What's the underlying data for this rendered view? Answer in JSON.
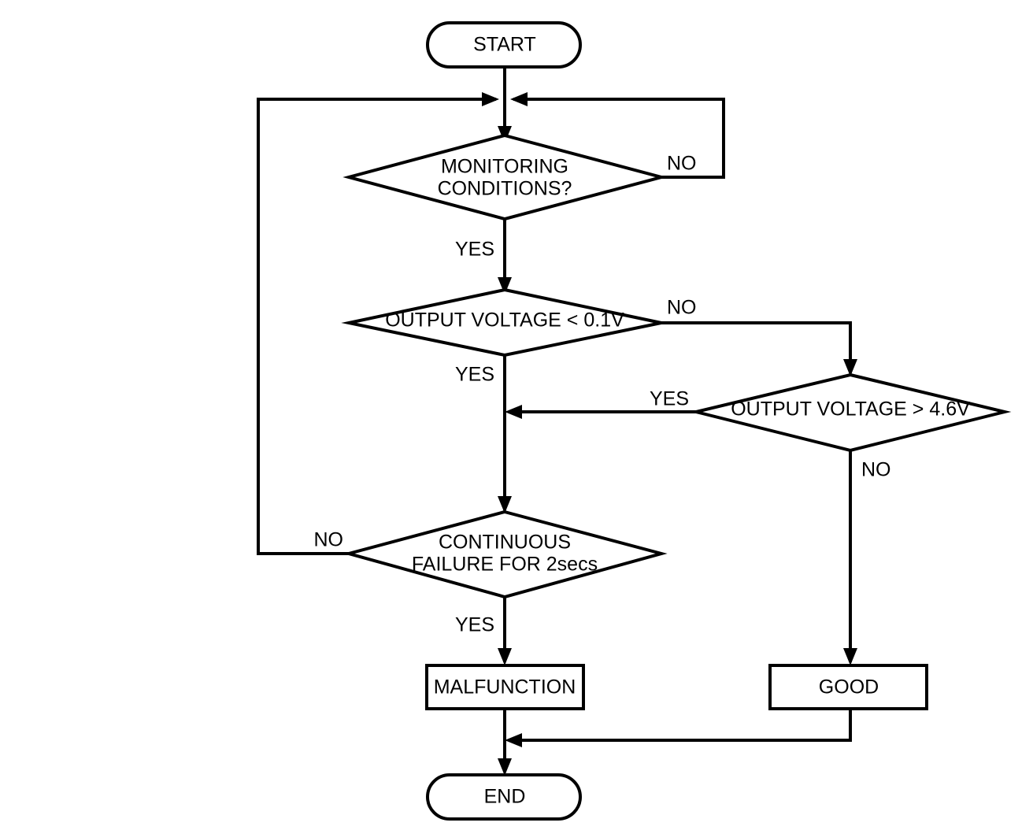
{
  "diagram": {
    "type": "flowchart",
    "title": "Output voltage monitoring diagnostic flowchart",
    "colors": {
      "stroke": "#000000",
      "fill": "#ffffff",
      "text": "#000000"
    },
    "nodes": {
      "start": {
        "label": "START",
        "shape": "terminator"
      },
      "monitoring": {
        "label_line1": "MONITORING",
        "label_line2": "CONDITIONS?",
        "shape": "decision"
      },
      "low_voltage": {
        "label": "OUTPUT VOLTAGE < 0.1V",
        "shape": "decision"
      },
      "high_voltage": {
        "label": "OUTPUT VOLTAGE > 4.6V",
        "shape": "decision"
      },
      "continuous_failure": {
        "label_line1": "CONTINUOUS",
        "label_line2": "FAILURE FOR 2secs",
        "shape": "decision"
      },
      "malfunction": {
        "label": "MALFUNCTION",
        "shape": "process"
      },
      "good": {
        "label": "GOOD",
        "shape": "process"
      },
      "end": {
        "label": "END",
        "shape": "terminator"
      }
    },
    "edge_labels": {
      "monitoring_no": "NO",
      "monitoring_yes": "YES",
      "low_voltage_no": "NO",
      "low_voltage_yes": "YES",
      "high_voltage_yes": "YES",
      "high_voltage_no": "NO",
      "failure_no": "NO",
      "failure_yes": "YES"
    },
    "edges": [
      {
        "from": "start",
        "to": "monitoring",
        "label": ""
      },
      {
        "from": "monitoring",
        "to": "monitoring",
        "label": "NO",
        "route": "right-up-loop"
      },
      {
        "from": "monitoring",
        "to": "low_voltage",
        "label": "YES"
      },
      {
        "from": "low_voltage",
        "to": "high_voltage",
        "label": "NO",
        "route": "right-down"
      },
      {
        "from": "low_voltage",
        "to": "continuous_failure",
        "label": "YES"
      },
      {
        "from": "high_voltage",
        "to": "continuous_failure",
        "label": "YES",
        "route": "left-merge"
      },
      {
        "from": "high_voltage",
        "to": "good",
        "label": "NO"
      },
      {
        "from": "continuous_failure",
        "to": "monitoring",
        "label": "NO",
        "route": "left-up-loop"
      },
      {
        "from": "continuous_failure",
        "to": "malfunction",
        "label": "YES"
      },
      {
        "from": "malfunction",
        "to": "end",
        "label": ""
      },
      {
        "from": "good",
        "to": "end",
        "label": "",
        "route": "down-left-merge"
      }
    ]
  }
}
